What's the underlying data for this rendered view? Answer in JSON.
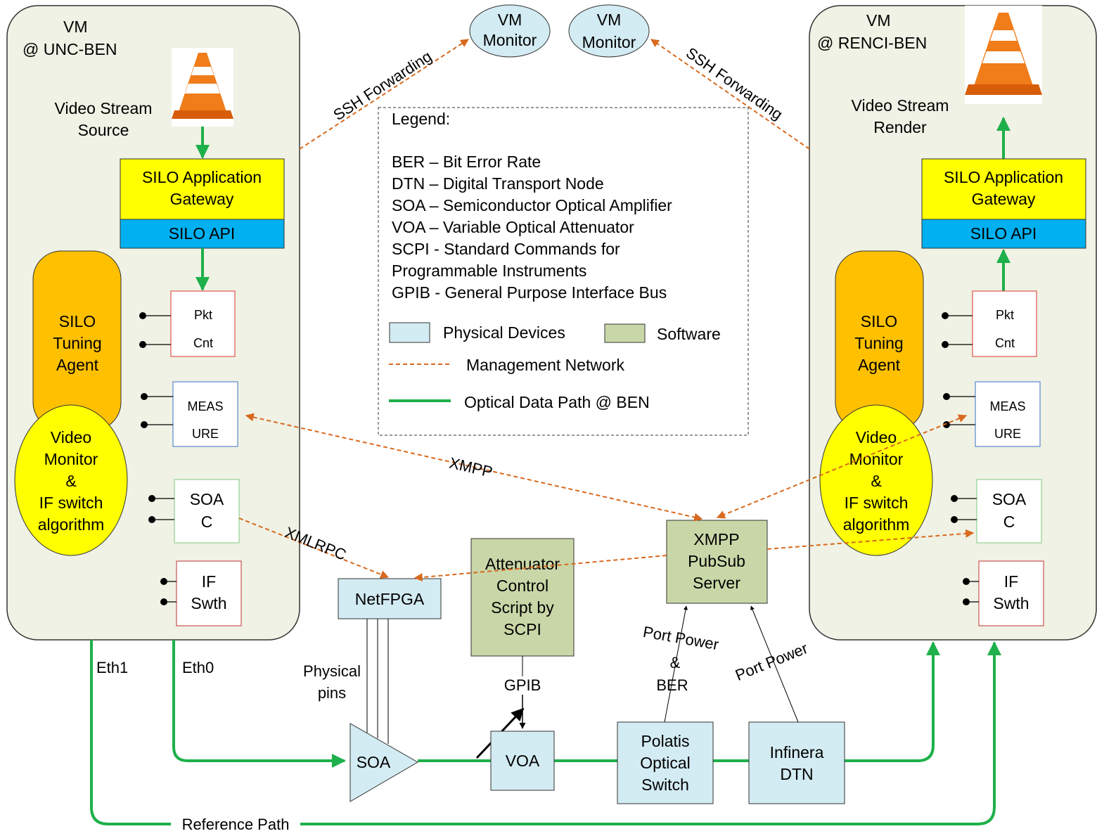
{
  "left_vm": {
    "title_line1": "VM",
    "title_line2": "@ UNC-BEN",
    "video_label_line1": "Video Stream",
    "video_label_line2": "Source",
    "gateway_line1": "SILO Application",
    "gateway_line2": "Gateway",
    "api": "SILO API",
    "tuning_line1": "SILO",
    "tuning_line2": "Tuning",
    "tuning_line3": "Agent",
    "monitor_line1": "Video",
    "monitor_line2": "Monitor",
    "monitor_line3": "&",
    "monitor_line4": "IF switch",
    "monitor_line5": "algorithm",
    "pkt_line1": "Pkt",
    "pkt_line2": "Cnt",
    "meas_line1": "MEAS",
    "meas_line2": "URE",
    "soac_line1": "SOA",
    "soac_line2": "C",
    "if_line1": "IF",
    "if_line2": "Swth"
  },
  "right_vm": {
    "title_line1": "VM",
    "title_line2": "@ RENCI-BEN",
    "video_label_line1": "Video Stream",
    "video_label_line2": "Render",
    "gateway_line1": "SILO Application",
    "gateway_line2": "Gateway",
    "api": "SILO API",
    "tuning_line1": "SILO",
    "tuning_line2": "Tuning",
    "tuning_line3": "Agent",
    "monitor_line1": "Video",
    "monitor_line2": "Monitor",
    "monitor_line3": "&",
    "monitor_line4": "IF switch",
    "monitor_line5": "algorithm",
    "pkt_line1": "Pkt",
    "pkt_line2": "Cnt",
    "meas_line1": "MEAS",
    "meas_line2": "URE",
    "soac_line1": "SOA",
    "soac_line2": "C",
    "if_line1": "IF",
    "if_line2": "Swth"
  },
  "vm_monitor_left": {
    "line1": "VM",
    "line2": "Monitor"
  },
  "vm_monitor_right": {
    "line1": "VM",
    "line2": "Monitor"
  },
  "ssh_left": "SSH Forwarding",
  "ssh_right": "SSH Forwarding",
  "legend": {
    "title": "Legend:",
    "lines": [
      "BER – Bit Error Rate",
      "DTN – Digital Transport Node",
      "SOA – Semiconductor Optical Amplifier",
      "VOA – Variable Optical Attenuator",
      "SCPI - Standard Commands for",
      "Programmable Instruments",
      "GPIB - General Purpose Interface Bus"
    ],
    "physical": "Physical Devices",
    "software": "Software",
    "management": "Management Network",
    "optical": "Optical Data Path @ BEN"
  },
  "xmpp_label": "XMPP",
  "xmlrpc_label": "XMLRPC",
  "netfpga": "NetFPGA",
  "attenuator_line1": "Attenuator",
  "attenuator_line2": "Control",
  "attenuator_line3": "Script by",
  "attenuator_line4": "SCPI",
  "xmpp_server_line1": "XMPP",
  "xmpp_server_line2": "PubSub",
  "xmpp_server_line3": "Server",
  "gpib": "GPIB",
  "physical_pins_line1": "Physical",
  "physical_pins_line2": "pins",
  "port_power_ber_line1": "Port Power",
  "port_power_ber_line2": "&",
  "port_power_ber_line3": "BER",
  "port_power": "Port Power",
  "eth1": "Eth1",
  "eth0": "Eth0",
  "soa": "SOA",
  "voa": "VOA",
  "polatis_line1": "Polatis",
  "polatis_line2": "Optical",
  "polatis_line3": "Switch",
  "infinera_line1": "Infinera",
  "infinera_line2": "DTN",
  "reference_path": "Reference Path",
  "colors": {
    "vm_fill": "#eff2e4",
    "gateway": "#ffff00",
    "api": "#00b0f0",
    "tuning": "#ffc000",
    "monitor": "#ffff00",
    "physical": "#d3ebf2",
    "software": "#c9d7a8",
    "optical_line": "#1eb04a",
    "mgmt_line": "#d8691e",
    "pkt_border": "#e03030",
    "meas_border": "#3a70c8",
    "soac_border": "#7cc87c"
  }
}
